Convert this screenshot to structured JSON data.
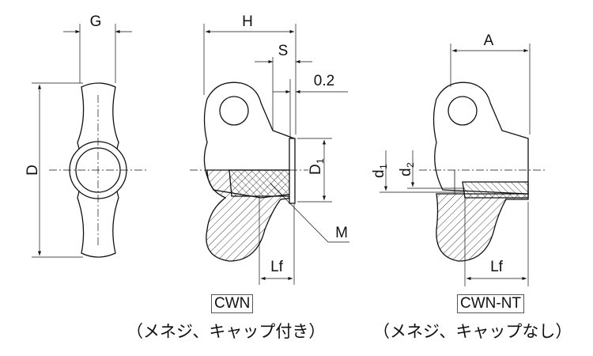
{
  "dimensions": {
    "G": "G",
    "D": "D",
    "H": "H",
    "S": "S",
    "gap": "0.2",
    "D1": "D",
    "D1_sub": "1",
    "M": "M",
    "Lf_left": "Lf",
    "A": "A",
    "d1": "d",
    "d1_sub": "1",
    "d2": "d",
    "d2_sub": "2",
    "Lf_right": "Lf"
  },
  "models": [
    {
      "code": "CWN",
      "caption": "（メネジ、キャップ付き）"
    },
    {
      "code": "CWN-NT",
      "caption": "（メネジ、キャップなし）"
    }
  ],
  "colors": {
    "line": "#111111",
    "frame": "#555555"
  }
}
